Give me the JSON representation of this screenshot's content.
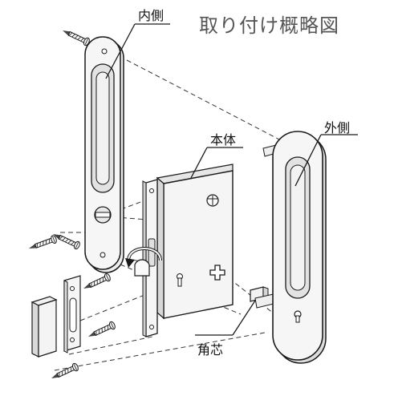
{
  "title": "取り付け概略図",
  "labels": {
    "inner": "内側",
    "body": "本体",
    "outer": "外側",
    "spindle": "角芯"
  },
  "icons": [
    "screw-icon",
    "keyhole-icon",
    "cross-hole-icon"
  ],
  "colors": {
    "line": "#1a1a1a",
    "plate": "#f4f4f4",
    "shade": "#dcdcdc",
    "title": "#555555"
  }
}
